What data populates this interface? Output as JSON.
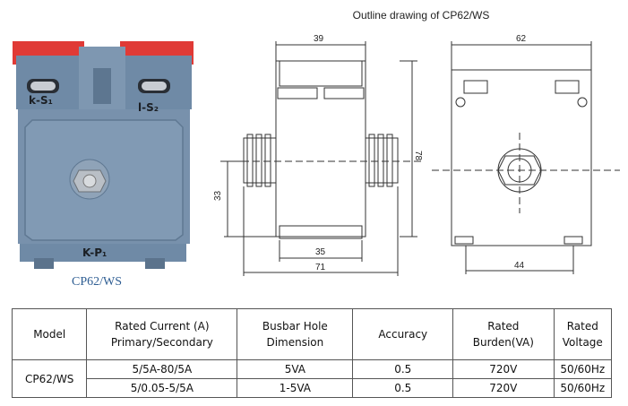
{
  "photo": {
    "caption": "CP62/WS",
    "label_left": "k-S₁",
    "label_right": "l-S₂",
    "label_bottom": "K-P₁"
  },
  "drawing": {
    "title": "Outline drawing of CP62/WS",
    "side_dims": {
      "top": "39",
      "height": "78",
      "bolt": "33",
      "base": "35",
      "total": "71"
    },
    "front_dims": {
      "top": "62",
      "base": "44"
    }
  },
  "table": {
    "headers": [
      "Model",
      "Rated Current (A)\nPrimary/Secondary",
      "Busbar Hole\nDimension",
      "Accuracy",
      "Rated\nBurden(VA)",
      "Rated\nVoltage"
    ],
    "model": "CP62/WS",
    "rows": [
      [
        "5/5A-80/5A",
        "5VA",
        "0.5",
        "720V",
        "50/60Hz"
      ],
      [
        "5/0.05-5/5A",
        "1-5VA",
        "0.5",
        "720V",
        "50/60Hz"
      ]
    ]
  },
  "colors": {
    "housing": "#6f8aa6",
    "cap": "#e03a36",
    "caption": "#2f5e93"
  }
}
